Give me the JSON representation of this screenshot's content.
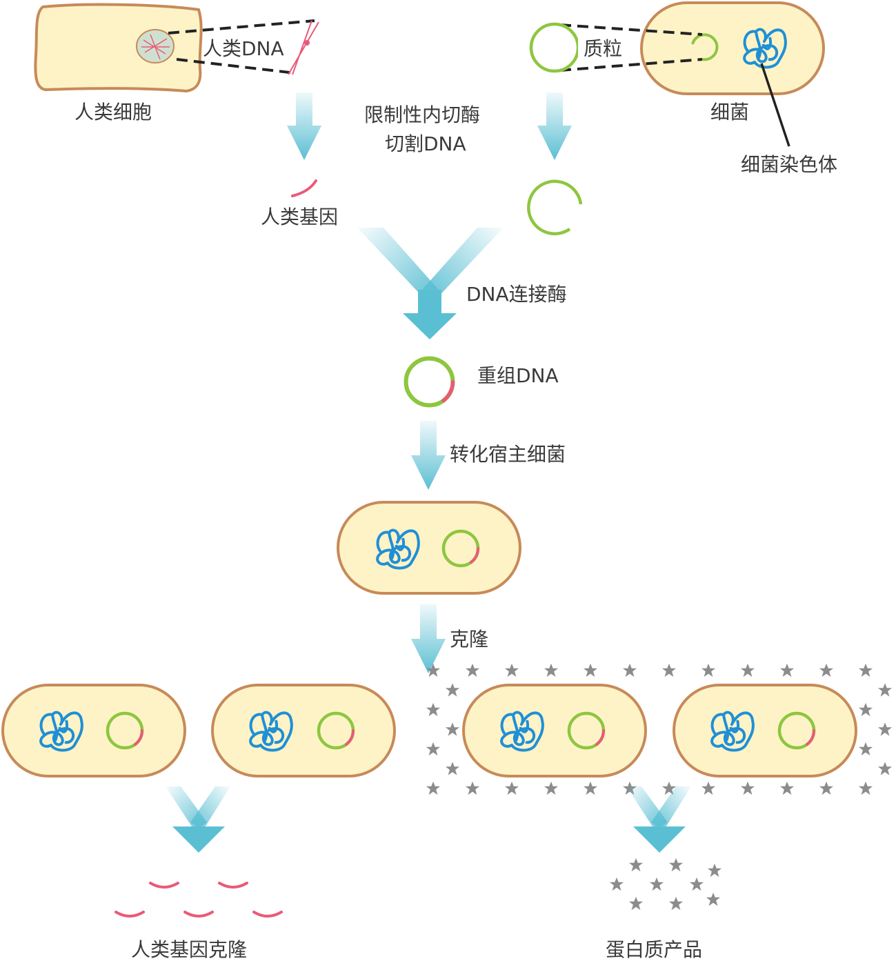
{
  "labels": {
    "human_cell": "人类细胞",
    "human_dna": "人类DNA",
    "plasmid": "质粒",
    "bacterium": "细菌",
    "bacterial_chromosome": "细菌染色体",
    "restriction_enzyme_line1": "限制性内切酶",
    "restriction_enzyme_line2": "切割DNA",
    "human_gene": "人类基因",
    "dna_ligase": "DNA连接酶",
    "recombinant_dna": "重组DNA",
    "transform_host": "转化宿主细菌",
    "clone": "克隆",
    "human_gene_clone": "人类基因克隆",
    "protein_product": "蛋白质产品"
  },
  "colors": {
    "cell_fill": "#fdf3c6",
    "cell_border": "#c78a59",
    "plasmid": "#8dc63f",
    "gene": "#ea5a78",
    "chromosome": "#1f8fd6",
    "arrow": "#5bbfd3",
    "protein_star": "#8c8c8c"
  },
  "icons": [
    "human-cell-icon",
    "bacterium-icon",
    "plasmid-icon",
    "chromosome-icon",
    "gene-fragment-icon",
    "protein-star-icon",
    "down-arrow-icon"
  ]
}
